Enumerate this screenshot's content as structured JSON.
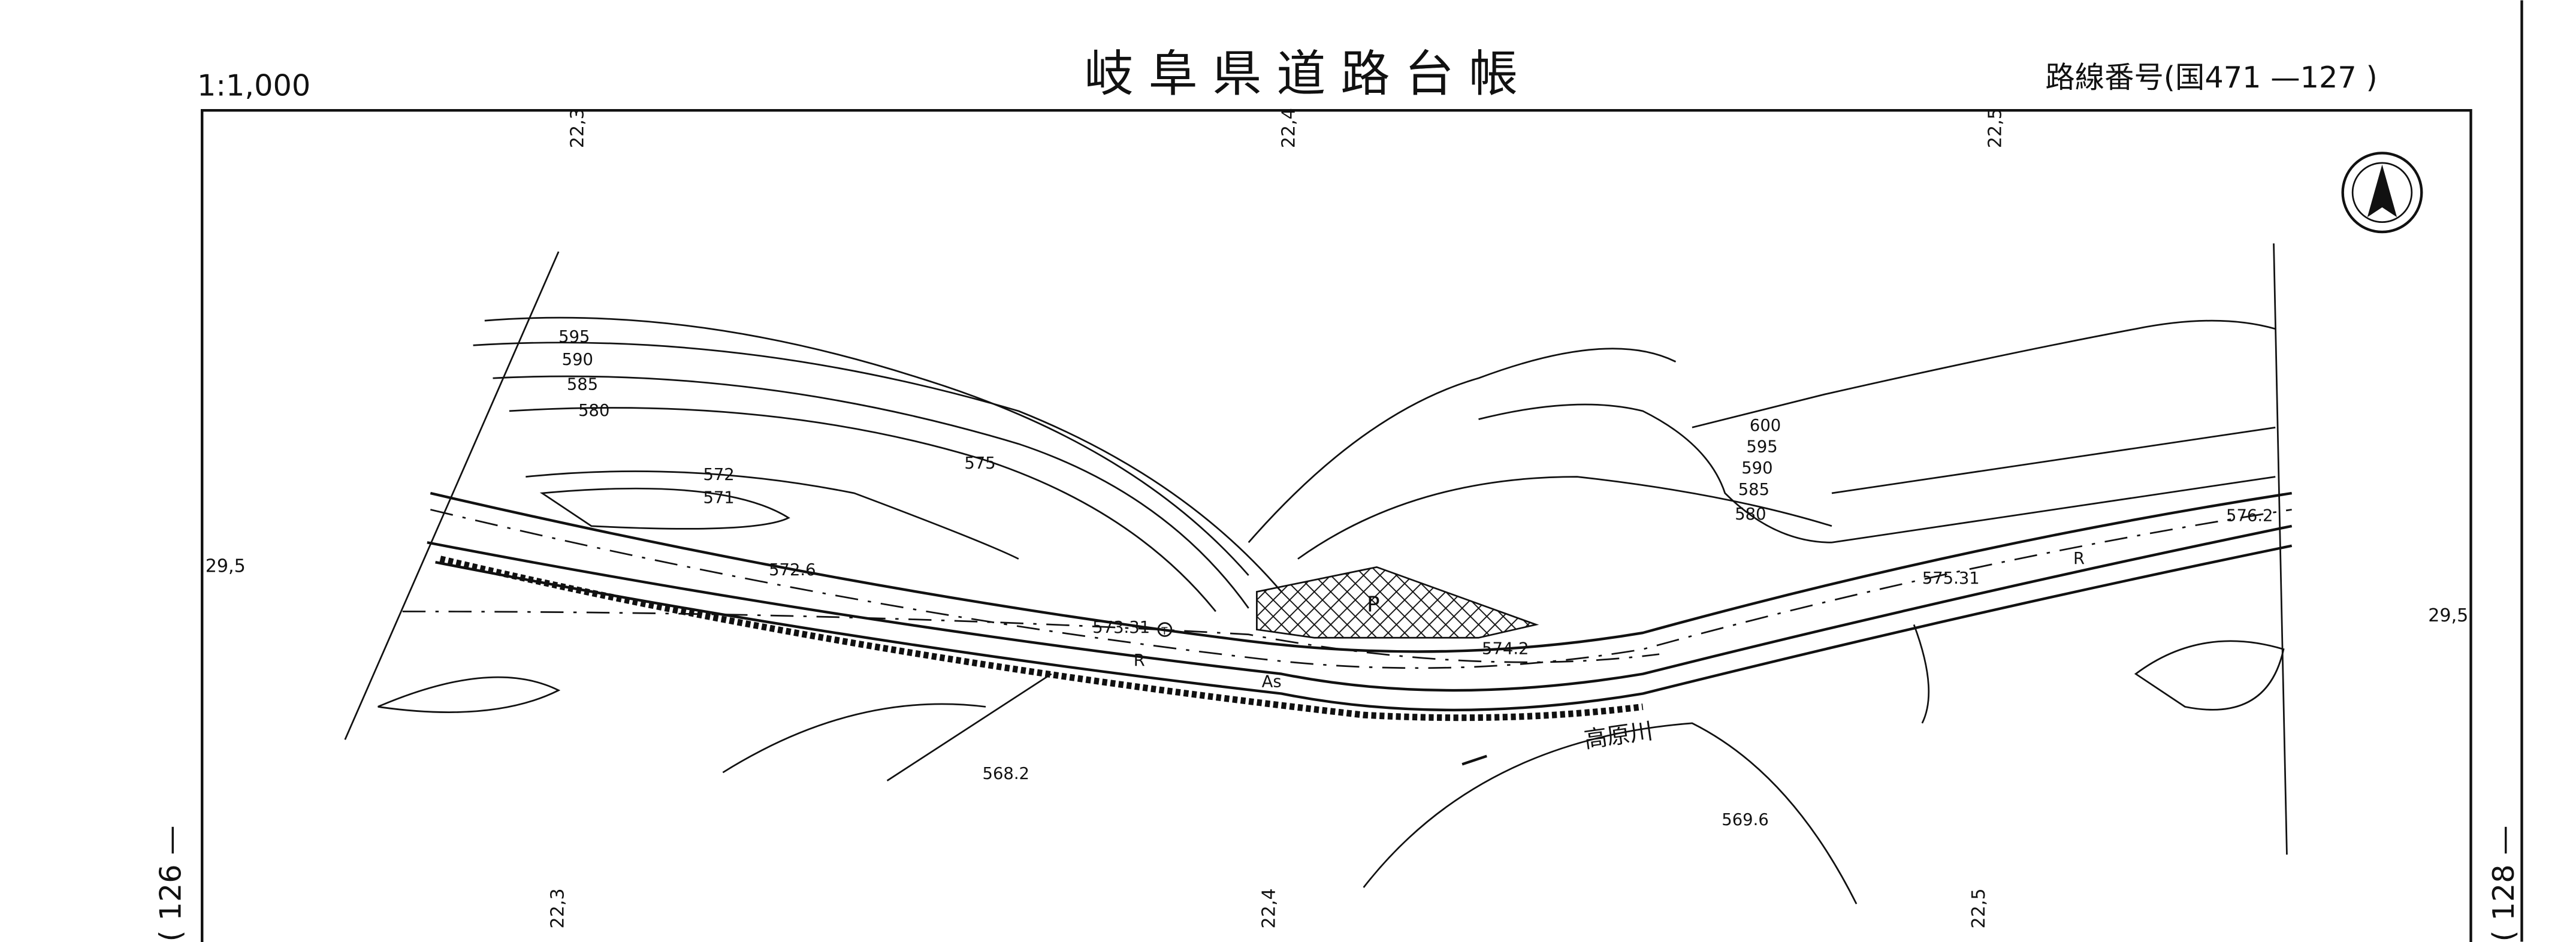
{
  "header": {
    "scale": "1:1,000",
    "title": "岐阜県道路台帳",
    "route_number": "路線番号(国471 —127 )"
  },
  "grid": {
    "top": [
      "22,3",
      "22,4",
      "22,5"
    ],
    "bottom": [
      "22,3",
      "22,4",
      "22,5"
    ],
    "left": "29,5",
    "right": "29,5"
  },
  "adjacent_sheets": {
    "left": "( 126 —",
    "right": "( 128 —"
  },
  "contours": {
    "left": [
      "595",
      "590",
      "585",
      "580",
      "575",
      "572",
      "571"
    ],
    "right": [
      "600",
      "595",
      "590",
      "585",
      "580"
    ]
  },
  "spot_heights": [
    "572.6",
    "573.31",
    "574.2",
    "576.2",
    "575.31",
    "568.2",
    "569.6"
  ],
  "symbols": {
    "parking": "P",
    "road_r1": "R",
    "road_r2": "R",
    "surface": "As",
    "river": "高原川",
    "benchmark": "T"
  },
  "compass": "north-arrow-icon"
}
